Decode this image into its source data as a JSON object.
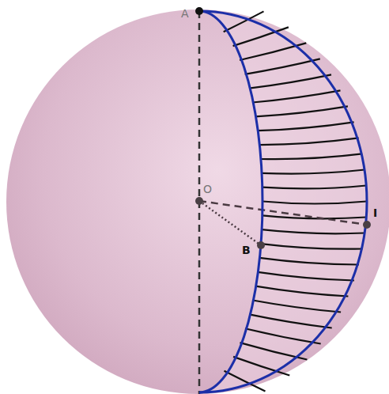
{
  "diagram": {
    "labels": [
      "A",
      "O",
      "B",
      "I"
    ]
  }
}
